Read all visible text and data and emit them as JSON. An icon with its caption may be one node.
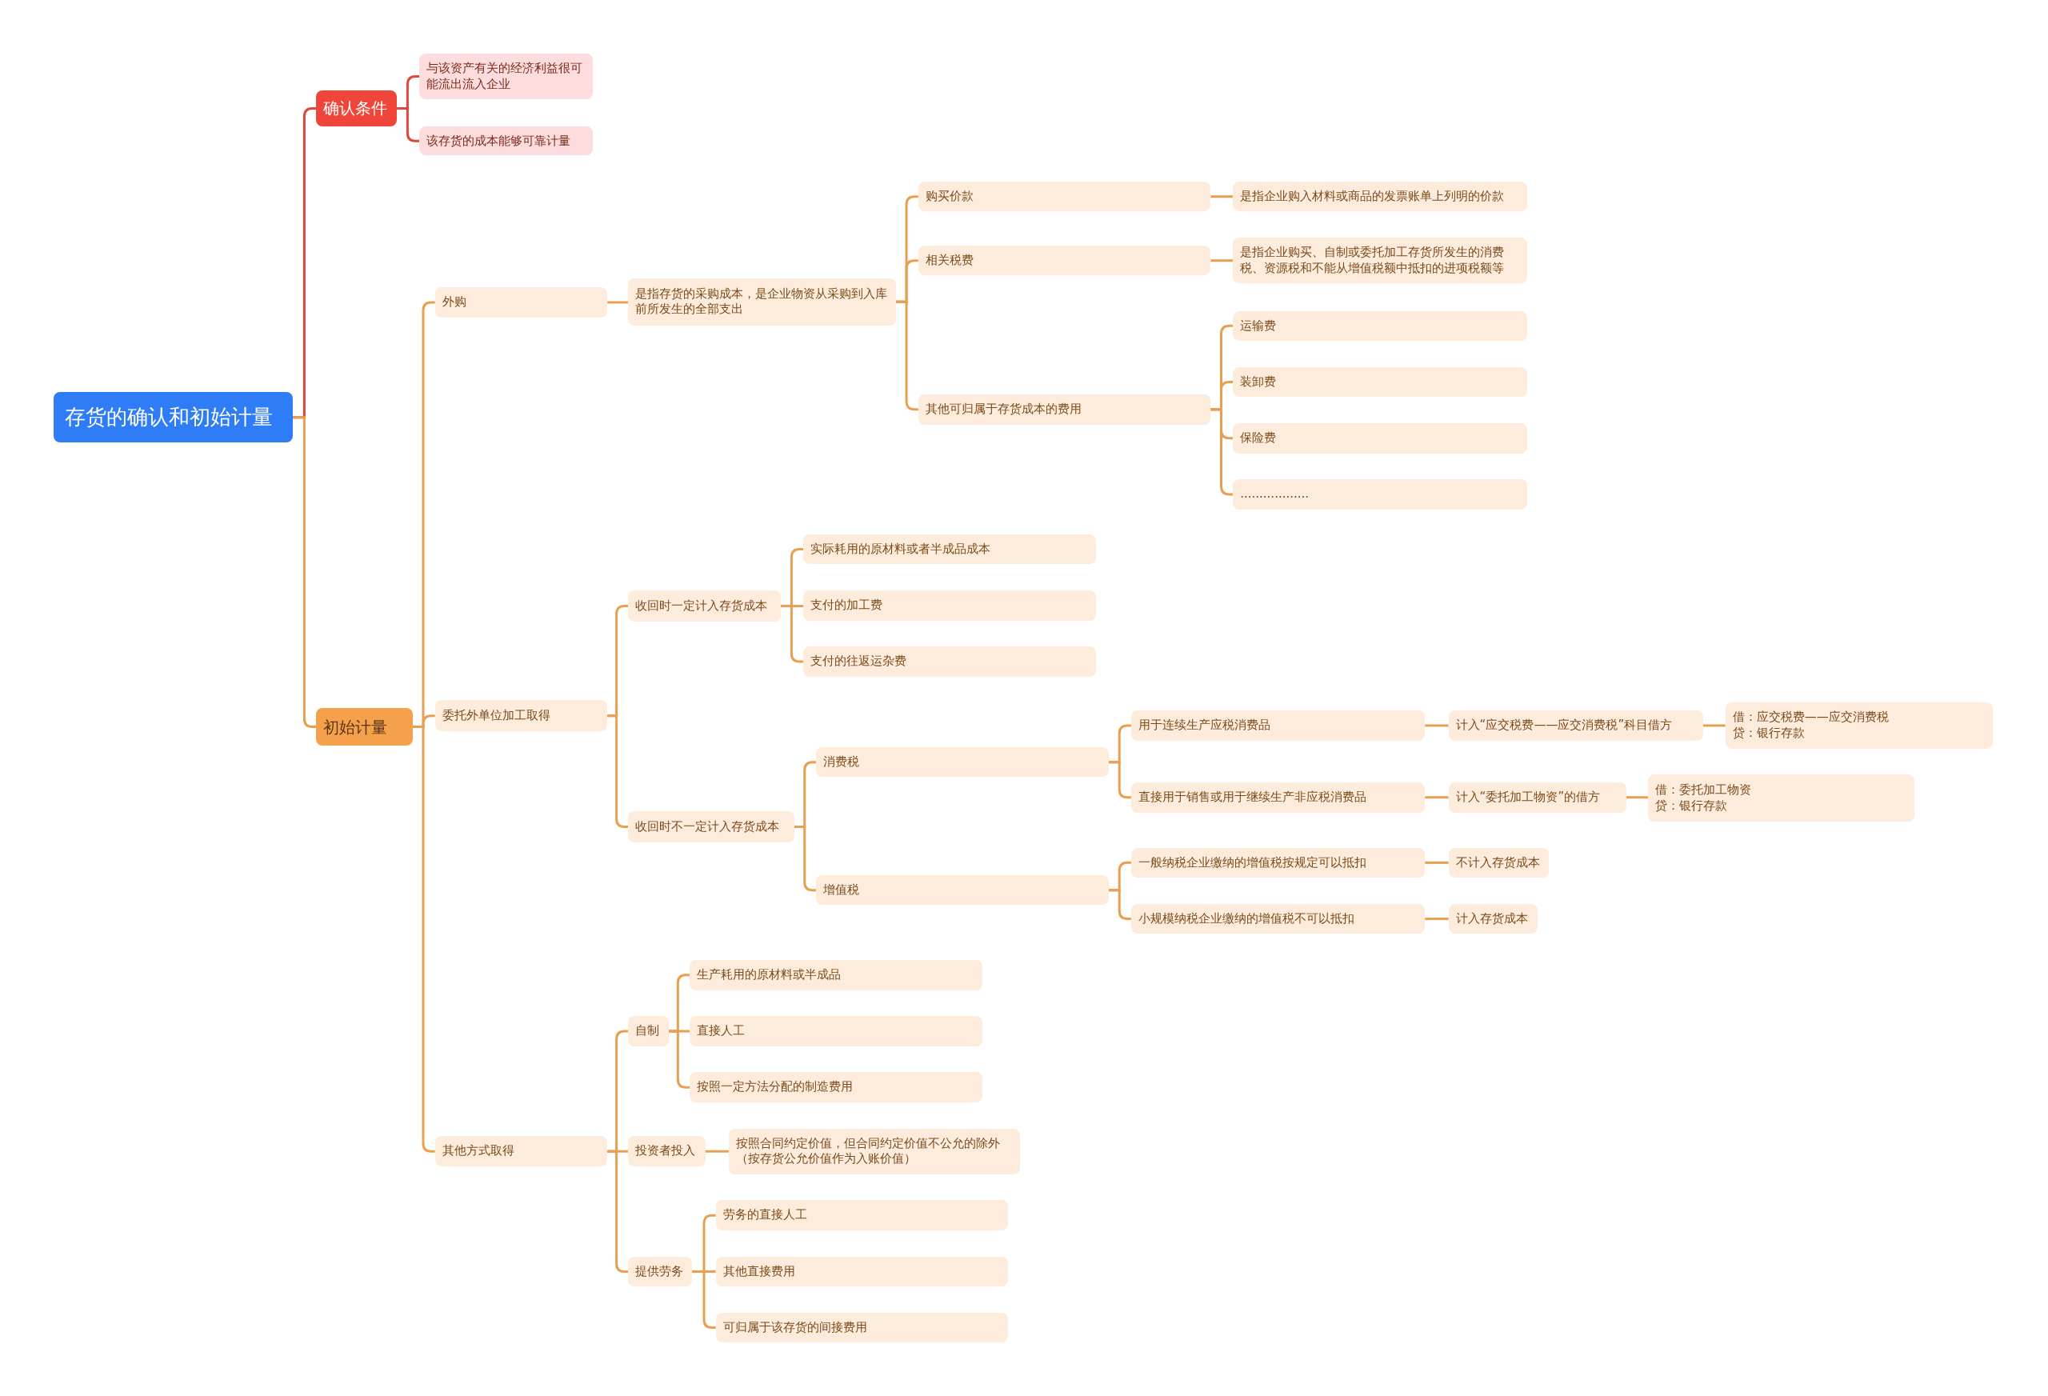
{
  "diagram": {
    "nodes": [
      {
        "text": [
          "存货的确认和初始计量"
        ]
      },
      {
        "text": [
          "确认条件"
        ]
      },
      {
        "text": [
          "与该资产有关的经济利益很可能流出流入企业"
        ]
      },
      {
        "text": [
          "该存货的成本能够可靠计量"
        ]
      },
      {
        "text": [
          "初始计量"
        ]
      },
      {
        "text": [
          "外购"
        ]
      },
      {
        "text": [
          "是指存货的采购成本，是企业物资从采购到入库前所发生的全部支出"
        ]
      },
      {
        "text": [
          "购买价款"
        ]
      },
      {
        "text": [
          "是指企业购入材料或商品的发票账单上列明的价款"
        ]
      },
      {
        "text": [
          "相关税费"
        ]
      },
      {
        "text": [
          "是指企业购买、自制或委托加工存货所发生的消费税、资源税和不能从增值税额中抵扣的进项税额等"
        ]
      },
      {
        "text": [
          "其他可归属于存货成本的费用"
        ]
      },
      {
        "text": [
          "运输费"
        ]
      },
      {
        "text": [
          "装卸费"
        ]
      },
      {
        "text": [
          "保险费"
        ]
      },
      {
        "text": [
          ".................."
        ]
      },
      {
        "text": [
          "委托外单位加工取得"
        ]
      },
      {
        "text": [
          "收回时一定计入存货成本"
        ]
      },
      {
        "text": [
          "实际耗用的原材料或者半成品成本"
        ]
      },
      {
        "text": [
          "支付的加工费"
        ]
      },
      {
        "text": [
          "支付的往返运杂费"
        ]
      },
      {
        "text": [
          "收回时不一定计入存货成本"
        ]
      },
      {
        "text": [
          "消费税"
        ]
      },
      {
        "text": [
          "用于连续生产应税消费品"
        ]
      },
      {
        "text": [
          "计入“应交税费——应交消费税”科目借方"
        ]
      },
      {
        "text": [
          "借：应交税费——应交消费税",
          "贷：银行存款"
        ]
      },
      {
        "text": [
          "直接用于销售或用于继续生产非应税消费品"
        ]
      },
      {
        "text": [
          "计入“委托加工物资”的借方"
        ]
      },
      {
        "text": [
          "借：委托加工物资",
          "贷：银行存款"
        ]
      },
      {
        "text": [
          "增值税"
        ]
      },
      {
        "text": [
          "一般纳税企业缴纳的增值税按规定可以抵扣"
        ]
      },
      {
        "text": [
          "不计入存货成本"
        ]
      },
      {
        "text": [
          "小规模纳税企业缴纳的增值税不可以抵扣"
        ]
      },
      {
        "text": [
          "计入存货成本"
        ]
      },
      {
        "text": [
          "其他方式取得"
        ]
      },
      {
        "text": [
          "自制"
        ]
      },
      {
        "text": [
          "生产耗用的原材料或半成品"
        ]
      },
      {
        "text": [
          "直接人工"
        ]
      },
      {
        "text": [
          "按照一定方法分配的制造费用"
        ]
      },
      {
        "text": [
          "投资者投入"
        ]
      },
      {
        "text": [
          "按照合同约定价值，但合同约定价值不公允的除外（按存货公允价值作为入账价值）"
        ]
      },
      {
        "text": [
          "提供劳务"
        ]
      },
      {
        "text": [
          "劳务的直接人工"
        ]
      },
      {
        "text": [
          "其他直接费用"
        ]
      },
      {
        "text": [
          "可归属于该存货的间接费用"
        ]
      }
    ],
    "edges": [
      {
        "from": 0,
        "to": 1,
        "arrow": "none",
        "color": "#e0463c"
      },
      {
        "from": 1,
        "to": 2,
        "arrow": "none",
        "color": "#e0463c"
      },
      {
        "from": 1,
        "to": 3,
        "arrow": "none",
        "color": "#e0463c"
      },
      {
        "from": 0,
        "to": 4,
        "arrow": "none"
      },
      {
        "from": 4,
        "to": 5,
        "arrow": "none"
      },
      {
        "from": 5,
        "to": 6,
        "arrow": "none"
      },
      {
        "from": 6,
        "to": 7,
        "arrow": "none"
      },
      {
        "from": 7,
        "to": 8,
        "arrow": "none"
      },
      {
        "from": 6,
        "to": 9,
        "arrow": "none"
      },
      {
        "from": 9,
        "to": 10,
        "arrow": "none"
      },
      {
        "from": 6,
        "to": 11,
        "arrow": "none"
      },
      {
        "from": 11,
        "to": 12,
        "arrow": "none"
      },
      {
        "from": 11,
        "to": 13,
        "arrow": "none"
      },
      {
        "from": 11,
        "to": 14,
        "arrow": "none"
      },
      {
        "from": 11,
        "to": 15,
        "arrow": "none"
      },
      {
        "from": 4,
        "to": 16,
        "arrow": "none"
      },
      {
        "from": 16,
        "to": 17,
        "arrow": "none"
      },
      {
        "from": 17,
        "to": 18,
        "arrow": "none"
      },
      {
        "from": 17,
        "to": 19,
        "arrow": "none"
      },
      {
        "from": 17,
        "to": 20,
        "arrow": "none"
      },
      {
        "from": 16,
        "to": 21,
        "arrow": "none"
      },
      {
        "from": 21,
        "to": 22,
        "arrow": "none"
      },
      {
        "from": 22,
        "to": 23,
        "arrow": "none"
      },
      {
        "from": 23,
        "to": 24,
        "arrow": "none"
      },
      {
        "from": 24,
        "to": 25,
        "arrow": "none"
      },
      {
        "from": 22,
        "to": 26,
        "arrow": "none"
      },
      {
        "from": 26,
        "to": 27,
        "arrow": "none"
      },
      {
        "from": 27,
        "to": 28,
        "arrow": "none"
      },
      {
        "from": 21,
        "to": 29,
        "arrow": "none"
      },
      {
        "from": 29,
        "to": 30,
        "arrow": "none"
      },
      {
        "from": 30,
        "to": 31,
        "arrow": "none"
      },
      {
        "from": 29,
        "to": 32,
        "arrow": "none"
      },
      {
        "from": 32,
        "to": 33,
        "arrow": "none"
      },
      {
        "from": 4,
        "to": 34,
        "arrow": "none"
      },
      {
        "from": 34,
        "to": 35,
        "arrow": "none"
      },
      {
        "from": 35,
        "to": 36,
        "arrow": "none"
      },
      {
        "from": 35,
        "to": 37,
        "arrow": "none"
      },
      {
        "from": 35,
        "to": 38,
        "arrow": "none"
      },
      {
        "from": 34,
        "to": 39,
        "arrow": "none"
      },
      {
        "from": 39,
        "to": 40,
        "arrow": "none"
      },
      {
        "from": 34,
        "to": 41,
        "arrow": "none"
      },
      {
        "from": 41,
        "to": 42,
        "arrow": "none"
      },
      {
        "from": 41,
        "to": 43,
        "arrow": "none"
      },
      {
        "from": 41,
        "to": 44,
        "arrow": "none"
      }
    ]
  }
}
